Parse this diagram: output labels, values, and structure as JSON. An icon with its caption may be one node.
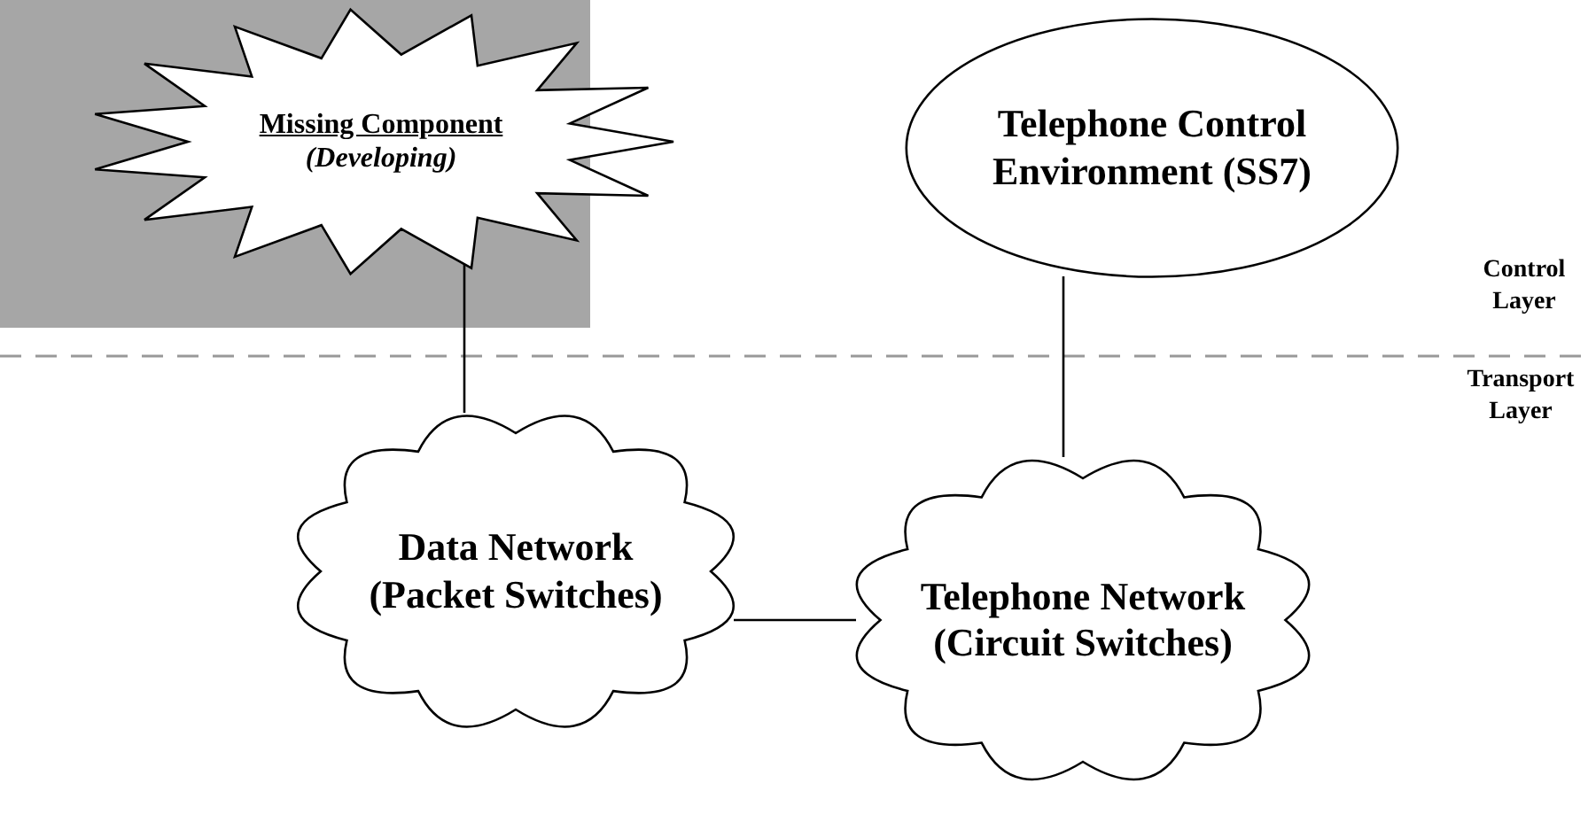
{
  "diagram": {
    "nodes": [
      {
        "text": [
          "Missing Component",
          "(Developing)"
        ]
      },
      {
        "text": [
          "Telephone Control Environment (SS7)"
        ]
      },
      {
        "text": [
          "Data Network (Packet Switches)"
        ]
      },
      {
        "text": [
          "Telephone Network (Circuit Switches)"
        ]
      }
    ],
    "edges": [
      {
        "from": 0,
        "to": 2,
        "arrow": "none"
      },
      {
        "from": 1,
        "to": 3,
        "arrow": "none"
      },
      {
        "from": 2,
        "to": 3,
        "arrow": "none"
      }
    ],
    "labels": [
      "Control Layer",
      "Transport Layer"
    ]
  }
}
